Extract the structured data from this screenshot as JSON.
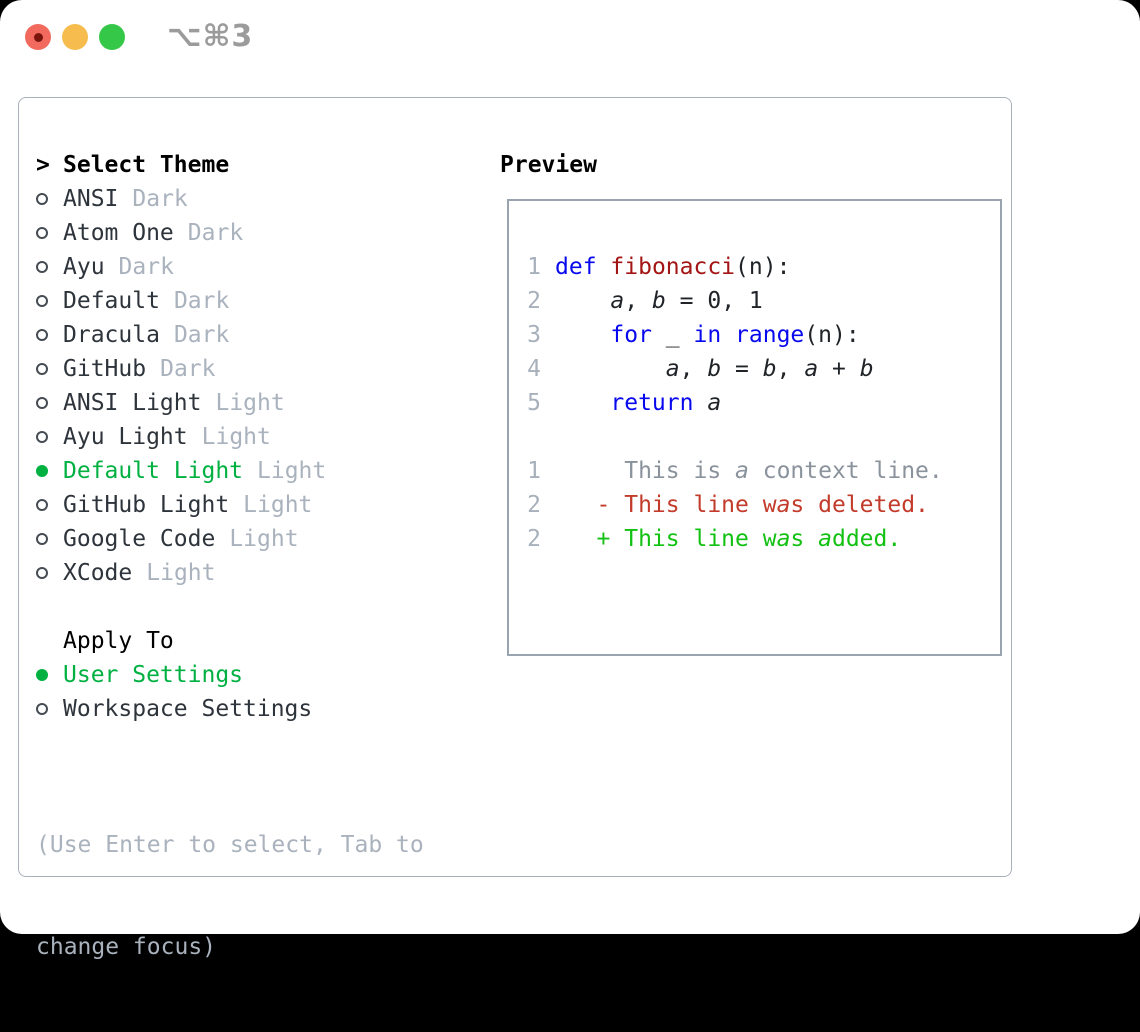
{
  "window": {
    "shortcut_label": "⌥⌘3"
  },
  "theme_selector": {
    "cursor": ">",
    "heading": "Select Theme",
    "items": [
      {
        "name": "ANSI",
        "variant": "Dark",
        "selected": false
      },
      {
        "name": "Atom One",
        "variant": "Dark",
        "selected": false
      },
      {
        "name": "Ayu",
        "variant": "Dark",
        "selected": false
      },
      {
        "name": "Default",
        "variant": "Dark",
        "selected": false
      },
      {
        "name": "Dracula",
        "variant": "Dark",
        "selected": false
      },
      {
        "name": "GitHub",
        "variant": "Dark",
        "selected": false
      },
      {
        "name": "ANSI Light",
        "variant": "Light",
        "selected": false
      },
      {
        "name": "Ayu Light",
        "variant": "Light",
        "selected": false
      },
      {
        "name": "Default Light",
        "variant": "Light",
        "selected": true
      },
      {
        "name": "GitHub Light",
        "variant": "Light",
        "selected": false
      },
      {
        "name": "Google Code",
        "variant": "Light",
        "selected": false
      },
      {
        "name": "XCode",
        "variant": "Light",
        "selected": false
      }
    ]
  },
  "apply_to": {
    "heading": "Apply To",
    "items": [
      {
        "label": "User Settings",
        "selected": true
      },
      {
        "label": "Workspace Settings",
        "selected": false
      }
    ]
  },
  "help_text": {
    "line1": "(Use Enter to select, Tab to",
    "line2": "change focus)"
  },
  "preview": {
    "heading": "Preview",
    "code_lines": [
      {
        "num": "1",
        "tokens": [
          {
            "t": "def",
            "c": "kw"
          },
          {
            "t": " ",
            "c": "pl"
          },
          {
            "t": "fibonacci",
            "c": "fn"
          },
          {
            "t": "(n):",
            "c": "pl"
          }
        ]
      },
      {
        "num": "2",
        "tokens": [
          {
            "t": "    ",
            "c": "pl"
          },
          {
            "t": "a",
            "c": "var"
          },
          {
            "t": ", ",
            "c": "pl"
          },
          {
            "t": "b",
            "c": "var"
          },
          {
            "t": " = ",
            "c": "pl"
          },
          {
            "t": "0, 1",
            "c": "pl"
          }
        ]
      },
      {
        "num": "3",
        "tokens": [
          {
            "t": "    ",
            "c": "pl"
          },
          {
            "t": "for",
            "c": "kw"
          },
          {
            "t": " _ ",
            "c": "pl"
          },
          {
            "t": "in",
            "c": "kw"
          },
          {
            "t": " ",
            "c": "pl"
          },
          {
            "t": "range",
            "c": "kw"
          },
          {
            "t": "(n):",
            "c": "pl"
          }
        ]
      },
      {
        "num": "4",
        "tokens": [
          {
            "t": "        ",
            "c": "pl"
          },
          {
            "t": "a",
            "c": "var"
          },
          {
            "t": ", ",
            "c": "pl"
          },
          {
            "t": "b",
            "c": "var"
          },
          {
            "t": " = ",
            "c": "pl"
          },
          {
            "t": "b",
            "c": "var"
          },
          {
            "t": ", ",
            "c": "pl"
          },
          {
            "t": "a",
            "c": "var"
          },
          {
            "t": " + ",
            "c": "pl"
          },
          {
            "t": "b",
            "c": "var"
          }
        ]
      },
      {
        "num": "5",
        "tokens": [
          {
            "t": "    ",
            "c": "pl"
          },
          {
            "t": "return",
            "c": "kw"
          },
          {
            "t": " ",
            "c": "pl"
          },
          {
            "t": "a",
            "c": "var"
          }
        ]
      },
      {
        "num": "",
        "tokens": []
      },
      {
        "num": "1",
        "tokens": [
          {
            "t": "     This is ",
            "c": "ctx"
          },
          {
            "t": "a",
            "c": "ctx",
            "i": true
          },
          {
            "t": " context line.",
            "c": "ctx"
          }
        ]
      },
      {
        "num": "2",
        "tokens": [
          {
            "t": "   ",
            "c": "pl"
          },
          {
            "t": "- This line w",
            "c": "del"
          },
          {
            "t": "a",
            "c": "del",
            "i": true
          },
          {
            "t": "s deleted.",
            "c": "del"
          }
        ]
      },
      {
        "num": "2",
        "tokens": [
          {
            "t": "   ",
            "c": "pl"
          },
          {
            "t": "+ This line w",
            "c": "add"
          },
          {
            "t": "a",
            "c": "add",
            "i": true
          },
          {
            "t": "s ",
            "c": "add"
          },
          {
            "t": "a",
            "c": "add",
            "i": true
          },
          {
            "t": "dded.",
            "c": "add"
          }
        ]
      }
    ]
  }
}
